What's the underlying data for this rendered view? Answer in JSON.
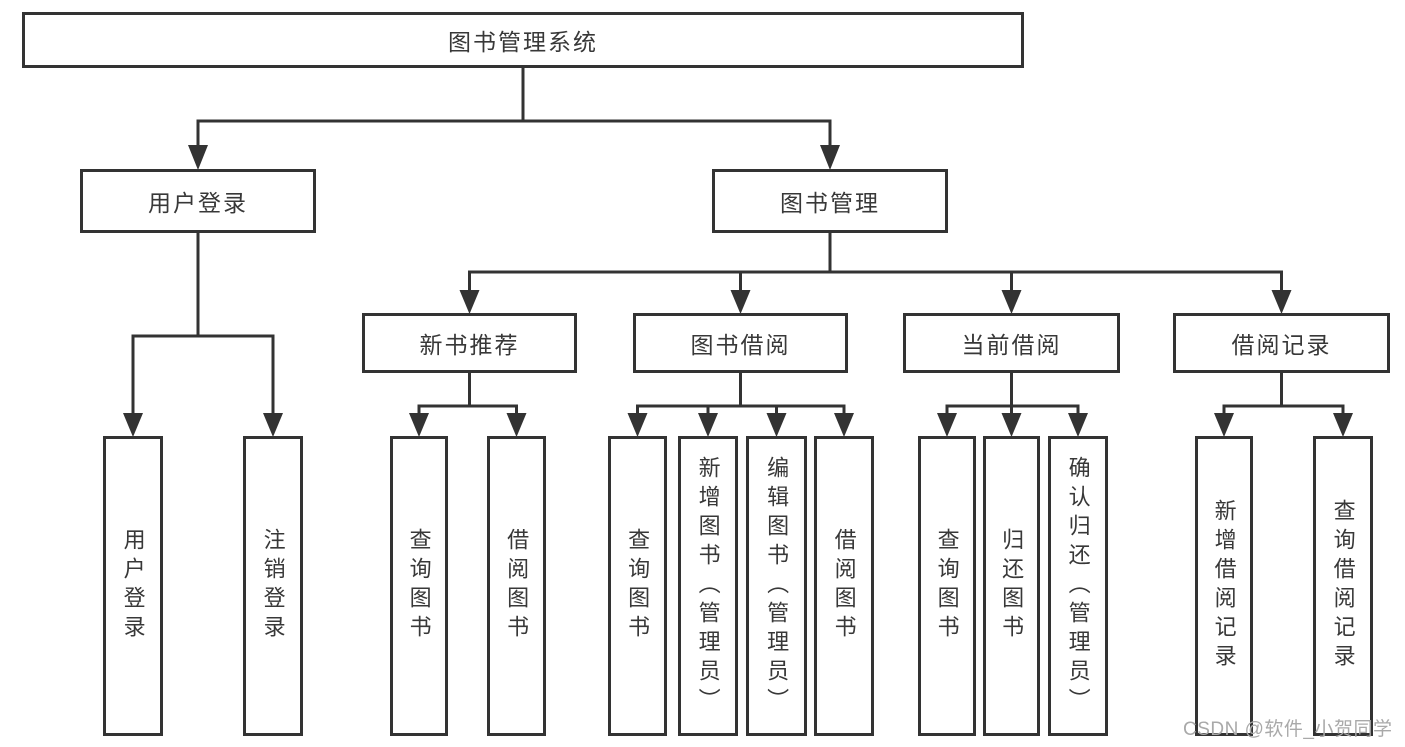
{
  "diagram": {
    "root": "图书管理系统",
    "user_branch": {
      "label": "用户登录",
      "children": [
        "用户登录",
        "注销登录"
      ]
    },
    "book_branch": {
      "label": "图书管理",
      "sections": [
        {
          "label": "新书推荐",
          "children": [
            "查询图书",
            "借阅图书"
          ]
        },
        {
          "label": "图书借阅",
          "children": [
            "查询图书",
            "新增图书（管理员）",
            "编辑图书（管理员）",
            "借阅图书"
          ]
        },
        {
          "label": "当前借阅",
          "children": [
            "查询图书",
            "归还图书",
            "确认归还（管理员）"
          ]
        },
        {
          "label": "借阅记录",
          "children": [
            "新增借阅记录",
            "查询借阅记录"
          ]
        }
      ]
    },
    "watermark": "CSDN @软件_小贺同学",
    "colors": {
      "line": "#333333",
      "text": "#383838",
      "watermark": "#a9a9a9",
      "background": "#ffffff"
    }
  }
}
